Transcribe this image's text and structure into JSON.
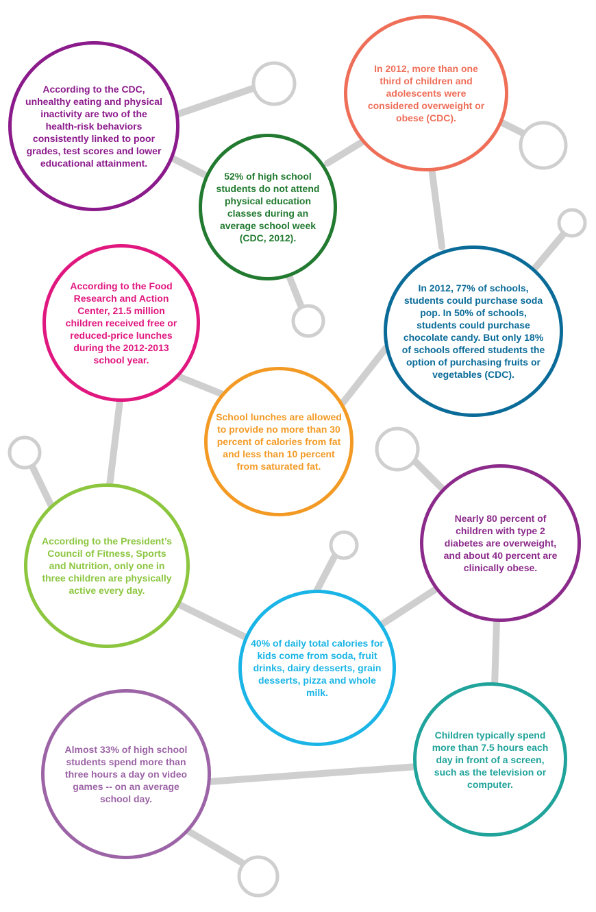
{
  "palette": {
    "connector": "#cfcfcf",
    "purple": "#8b1a8b",
    "coral": "#ee6e58",
    "green": "#217a2f",
    "magenta": "#e0177f",
    "teal_blue": "#0a6b98",
    "orange": "#f39a25",
    "lime": "#8cc63f",
    "plum": "#8b2a8a",
    "cyan": "#1ab5e6",
    "teal": "#1fa39a",
    "lavender": "#9c64a6"
  },
  "bubbles": [
    {
      "id": "cdc-health-risk",
      "color": "purple",
      "text": "According to the CDC, unhealthy eating and physical inactivity are two of the health-risk behaviors consistently linked to poor grades, test scores and lower educational attainment."
    },
    {
      "id": "overweight-2012",
      "color": "coral",
      "text": "In 2012, more than one third of children and adolescents were considered overweight or obese (CDC)."
    },
    {
      "id": "physical-education",
      "color": "green",
      "text": "52% of high school students do not attend physical education classes during an average school week (CDC, 2012)."
    },
    {
      "id": "free-lunches",
      "color": "magenta",
      "text": "According to the Food Research and Action Center, 21.5 million children received free or reduced-price lunches during the 2012-2013 school year."
    },
    {
      "id": "school-soda",
      "color": "teal_blue",
      "text": "In 2012, 77% of schools, students could purchase soda pop. In 50% of schools, students could purchase chocolate candy. But only 18% of schools offered students the option of purchasing fruits or vegetables (CDC)."
    },
    {
      "id": "lunch-fat",
      "color": "orange",
      "text": "School lunches are allowed to provide no more than 30 percent of calories from fat and less than 10 percent from saturated fat."
    },
    {
      "id": "presidents-council",
      "color": "lime",
      "text": "According to the President’s Council of Fitness, Sports and Nutrition, only one in three children are physically active every day."
    },
    {
      "id": "type2-diabetes",
      "color": "plum",
      "text": "Nearly 80 percent of children with type 2 diabetes are overweight, and about 40 percent are clinically obese."
    },
    {
      "id": "daily-calories",
      "color": "cyan",
      "text": "40% of daily total calories for kids come from soda, fruit drinks, dairy desserts, grain desserts, pizza and whole milk."
    },
    {
      "id": "screen-time",
      "color": "teal",
      "text": "Children typically spend more than 7.5 hours each day in front of a screen, such as the television or computer."
    },
    {
      "id": "video-games",
      "color": "lavender",
      "text": "Almost 33% of high school students spend more than three hours a day on video games -- on an average school day."
    }
  ]
}
